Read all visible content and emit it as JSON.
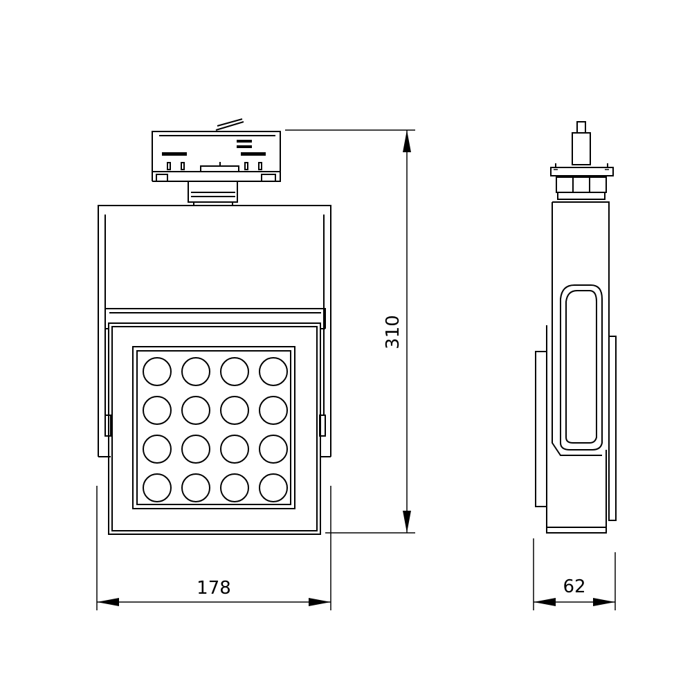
{
  "dimensions": {
    "width": "178",
    "height": "310",
    "depth": "62"
  },
  "led_grid": {
    "rows": 4,
    "cols": 4
  },
  "colors": {
    "line": "#000000",
    "background": "#ffffff"
  }
}
